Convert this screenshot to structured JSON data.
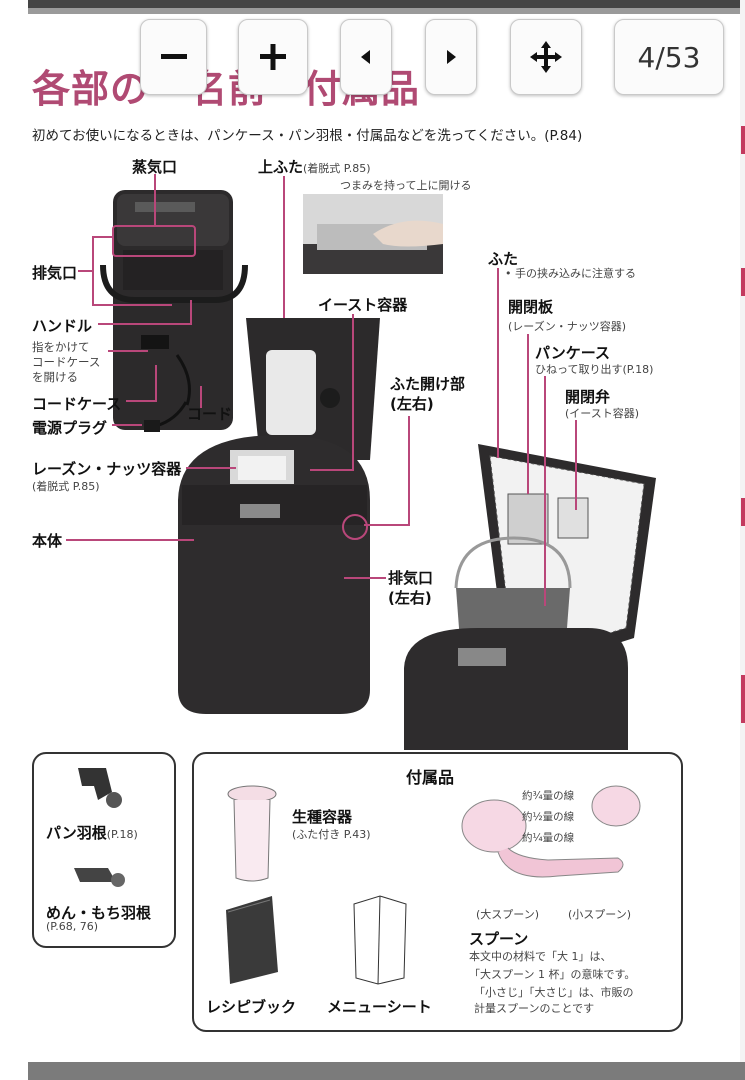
{
  "toolbar": {
    "zoom_out_icon": "minus-icon",
    "zoom_in_icon": "plus-icon",
    "prev_icon": "triangle-left-icon",
    "next_icon": "triangle-right-icon",
    "move_icon": "move-arrows-icon",
    "page_indicator": "4/53"
  },
  "page": {
    "title_visible": "各部の",
    "title_part2": "名前",
    "title_part3": "付属品",
    "intro": "初めてお使いになるときは、パンケース・パン羽根・付属品などを洗ってください。(P.84)"
  },
  "labels": {
    "steam_vent": "蒸気口",
    "top_lid": "上ふた",
    "top_lid_note": "(着脱式 P.85)",
    "top_lid_hint": "つまみを持って上に開ける",
    "exhaust": "排気口",
    "handle": "ハンドル",
    "cord_case_hint": "指をかけて\nコードケース\nを開ける",
    "cord_case": "コードケース",
    "cord": "コード",
    "power_plug": "電源プラグ",
    "yeast_container": "イースト容器",
    "lid_opener": "ふた開け部",
    "lid_opener_sub": "(左右)",
    "raisin_container": "レーズン・ナッツ容器",
    "raisin_container_note": "(着脱式 P.85)",
    "body": "本体",
    "exhaust_side": "排気口",
    "exhaust_side_sub": "(左右)",
    "lid": "ふた",
    "lid_note": "• 手の挟み込みに注意する",
    "open_close_plate": "開閉板",
    "open_close_plate_note": "(レーズン・ナッツ容器)",
    "bread_case": "パンケース",
    "bread_case_note": "ひねって取り出す(P.18)",
    "open_close_valve": "開閉弁",
    "open_close_valve_note": "(イースト容器)"
  },
  "blades": {
    "bread_blade": "パン羽根",
    "bread_blade_ref": "(P.18)",
    "noodle_blade": "めん・もち羽根",
    "noodle_blade_ref": "(P.68, 76)"
  },
  "accessories": {
    "header": "付属品",
    "starter_container": "生種容器",
    "starter_container_note": "(ふた付き P.43)",
    "recipe_book": "レシピブック",
    "menu_sheet": "メニューシート",
    "spoon_line_1": "約¾量の線",
    "spoon_line_2": "約½量の線",
    "spoon_line_3": "約¼量の線",
    "large_spoon": "(大スプーン)",
    "small_spoon": "(小スプーン)",
    "spoon_title": "スプーン",
    "spoon_desc_1": "本文中の材料で「大 1」は、",
    "spoon_desc_2": "「大スプーン 1 杯」の意味です。",
    "spoon_desc_3": "「小さじ」「大さじ」は、市販の",
    "spoon_desc_4": "計量スプーンのことです"
  }
}
